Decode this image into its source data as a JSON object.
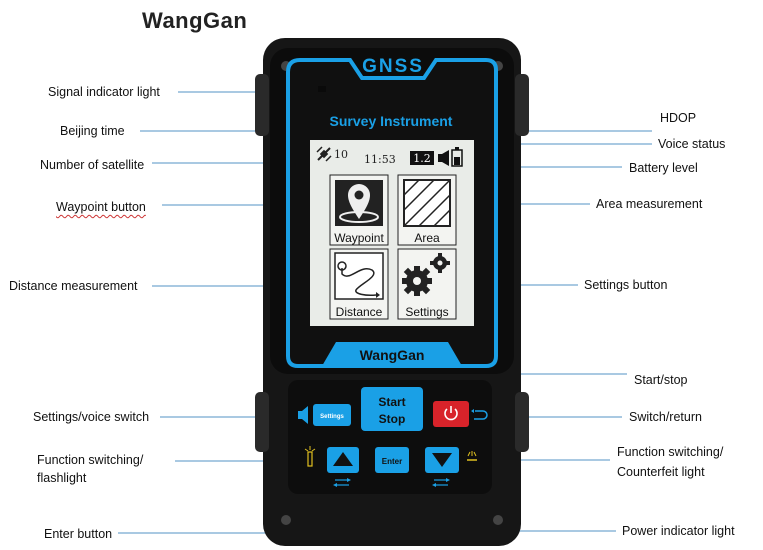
{
  "brand": "WangGan",
  "device": {
    "top_label": "GNSS",
    "screen_title": "Survey Instrument",
    "bottom_brand": "WangGan",
    "colors": {
      "accent": "#1aa0e6",
      "body": "#1b1b1b",
      "screen": "#e9ece8",
      "power": "#d8232a"
    },
    "status": {
      "satellites": "10",
      "time": "11:53",
      "hdop": "1.2"
    },
    "tiles": {
      "waypoint": "Waypoint",
      "area": "Area",
      "distance": "Distance",
      "settings": "Settings"
    },
    "buttons": {
      "settings": "Settings",
      "start_stop_1": "Start",
      "start_stop_2": "Stop",
      "enter": "Enter"
    }
  },
  "callouts": {
    "signal_indicator": "Signal indicator light",
    "beijing_time": "Beijing time",
    "num_satellite": "Number of satellite",
    "waypoint_button": "Waypoint button",
    "distance_measurement": "Distance measurement",
    "settings_voice_switch": "Settings/voice switch",
    "function_flashlight_1": "Function switching/",
    "function_flashlight_2": "flashlight",
    "enter_button": "Enter button",
    "hdop": "HDOP",
    "voice_status": "Voice status",
    "battery_level": "Battery level",
    "area_measurement": "Area measurement",
    "settings_button": "Settings button",
    "start_stop": "Start/stop",
    "switch_return": "Switch/return",
    "function_counterfeit_1": "Function switching/",
    "function_counterfeit_2": "Counterfeit light",
    "power_indicator": "Power indicator light"
  }
}
